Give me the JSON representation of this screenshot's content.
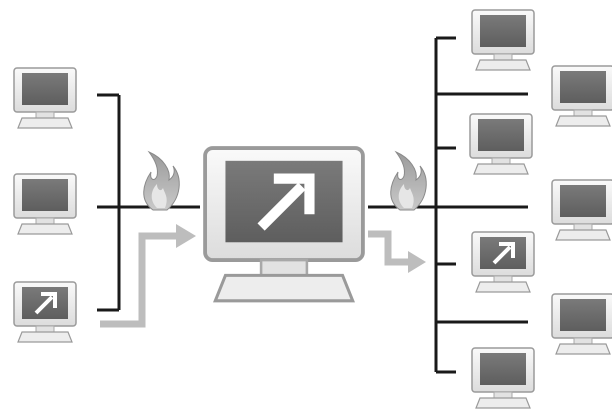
{
  "diagram": {
    "left_nodes": [
      {
        "id": "left-pc-1",
        "screen_icon": "none"
      },
      {
        "id": "left-pc-2",
        "screen_icon": "none"
      },
      {
        "id": "left-pc-3",
        "screen_icon": "arrow-icon"
      }
    ],
    "hub": {
      "id": "center-computer",
      "screen_icon": "arrow-icon"
    },
    "right_nodes": [
      {
        "id": "right-pc-1",
        "screen_icon": "none"
      },
      {
        "id": "right-pc-2",
        "screen_icon": "none"
      },
      {
        "id": "right-pc-3",
        "screen_icon": "none"
      },
      {
        "id": "right-pc-4",
        "screen_icon": "none"
      },
      {
        "id": "right-pc-5",
        "screen_icon": "arrow-icon"
      },
      {
        "id": "right-pc-6",
        "screen_icon": "none"
      },
      {
        "id": "right-pc-7",
        "screen_icon": "none"
      }
    ],
    "firewalls": [
      {
        "id": "firewall-left",
        "icon": "flame-icon"
      },
      {
        "id": "firewall-right",
        "icon": "flame-icon"
      }
    ],
    "colors": {
      "line": "#1a1a1a",
      "monitor_body": "#f3f3f3",
      "monitor_edge": "#9a9a9a",
      "screen": "#707070",
      "arrow_flow": "#bdbdbd",
      "flame_outer": "#a0a0a0",
      "flame_inner": "#d8d8d8"
    }
  }
}
